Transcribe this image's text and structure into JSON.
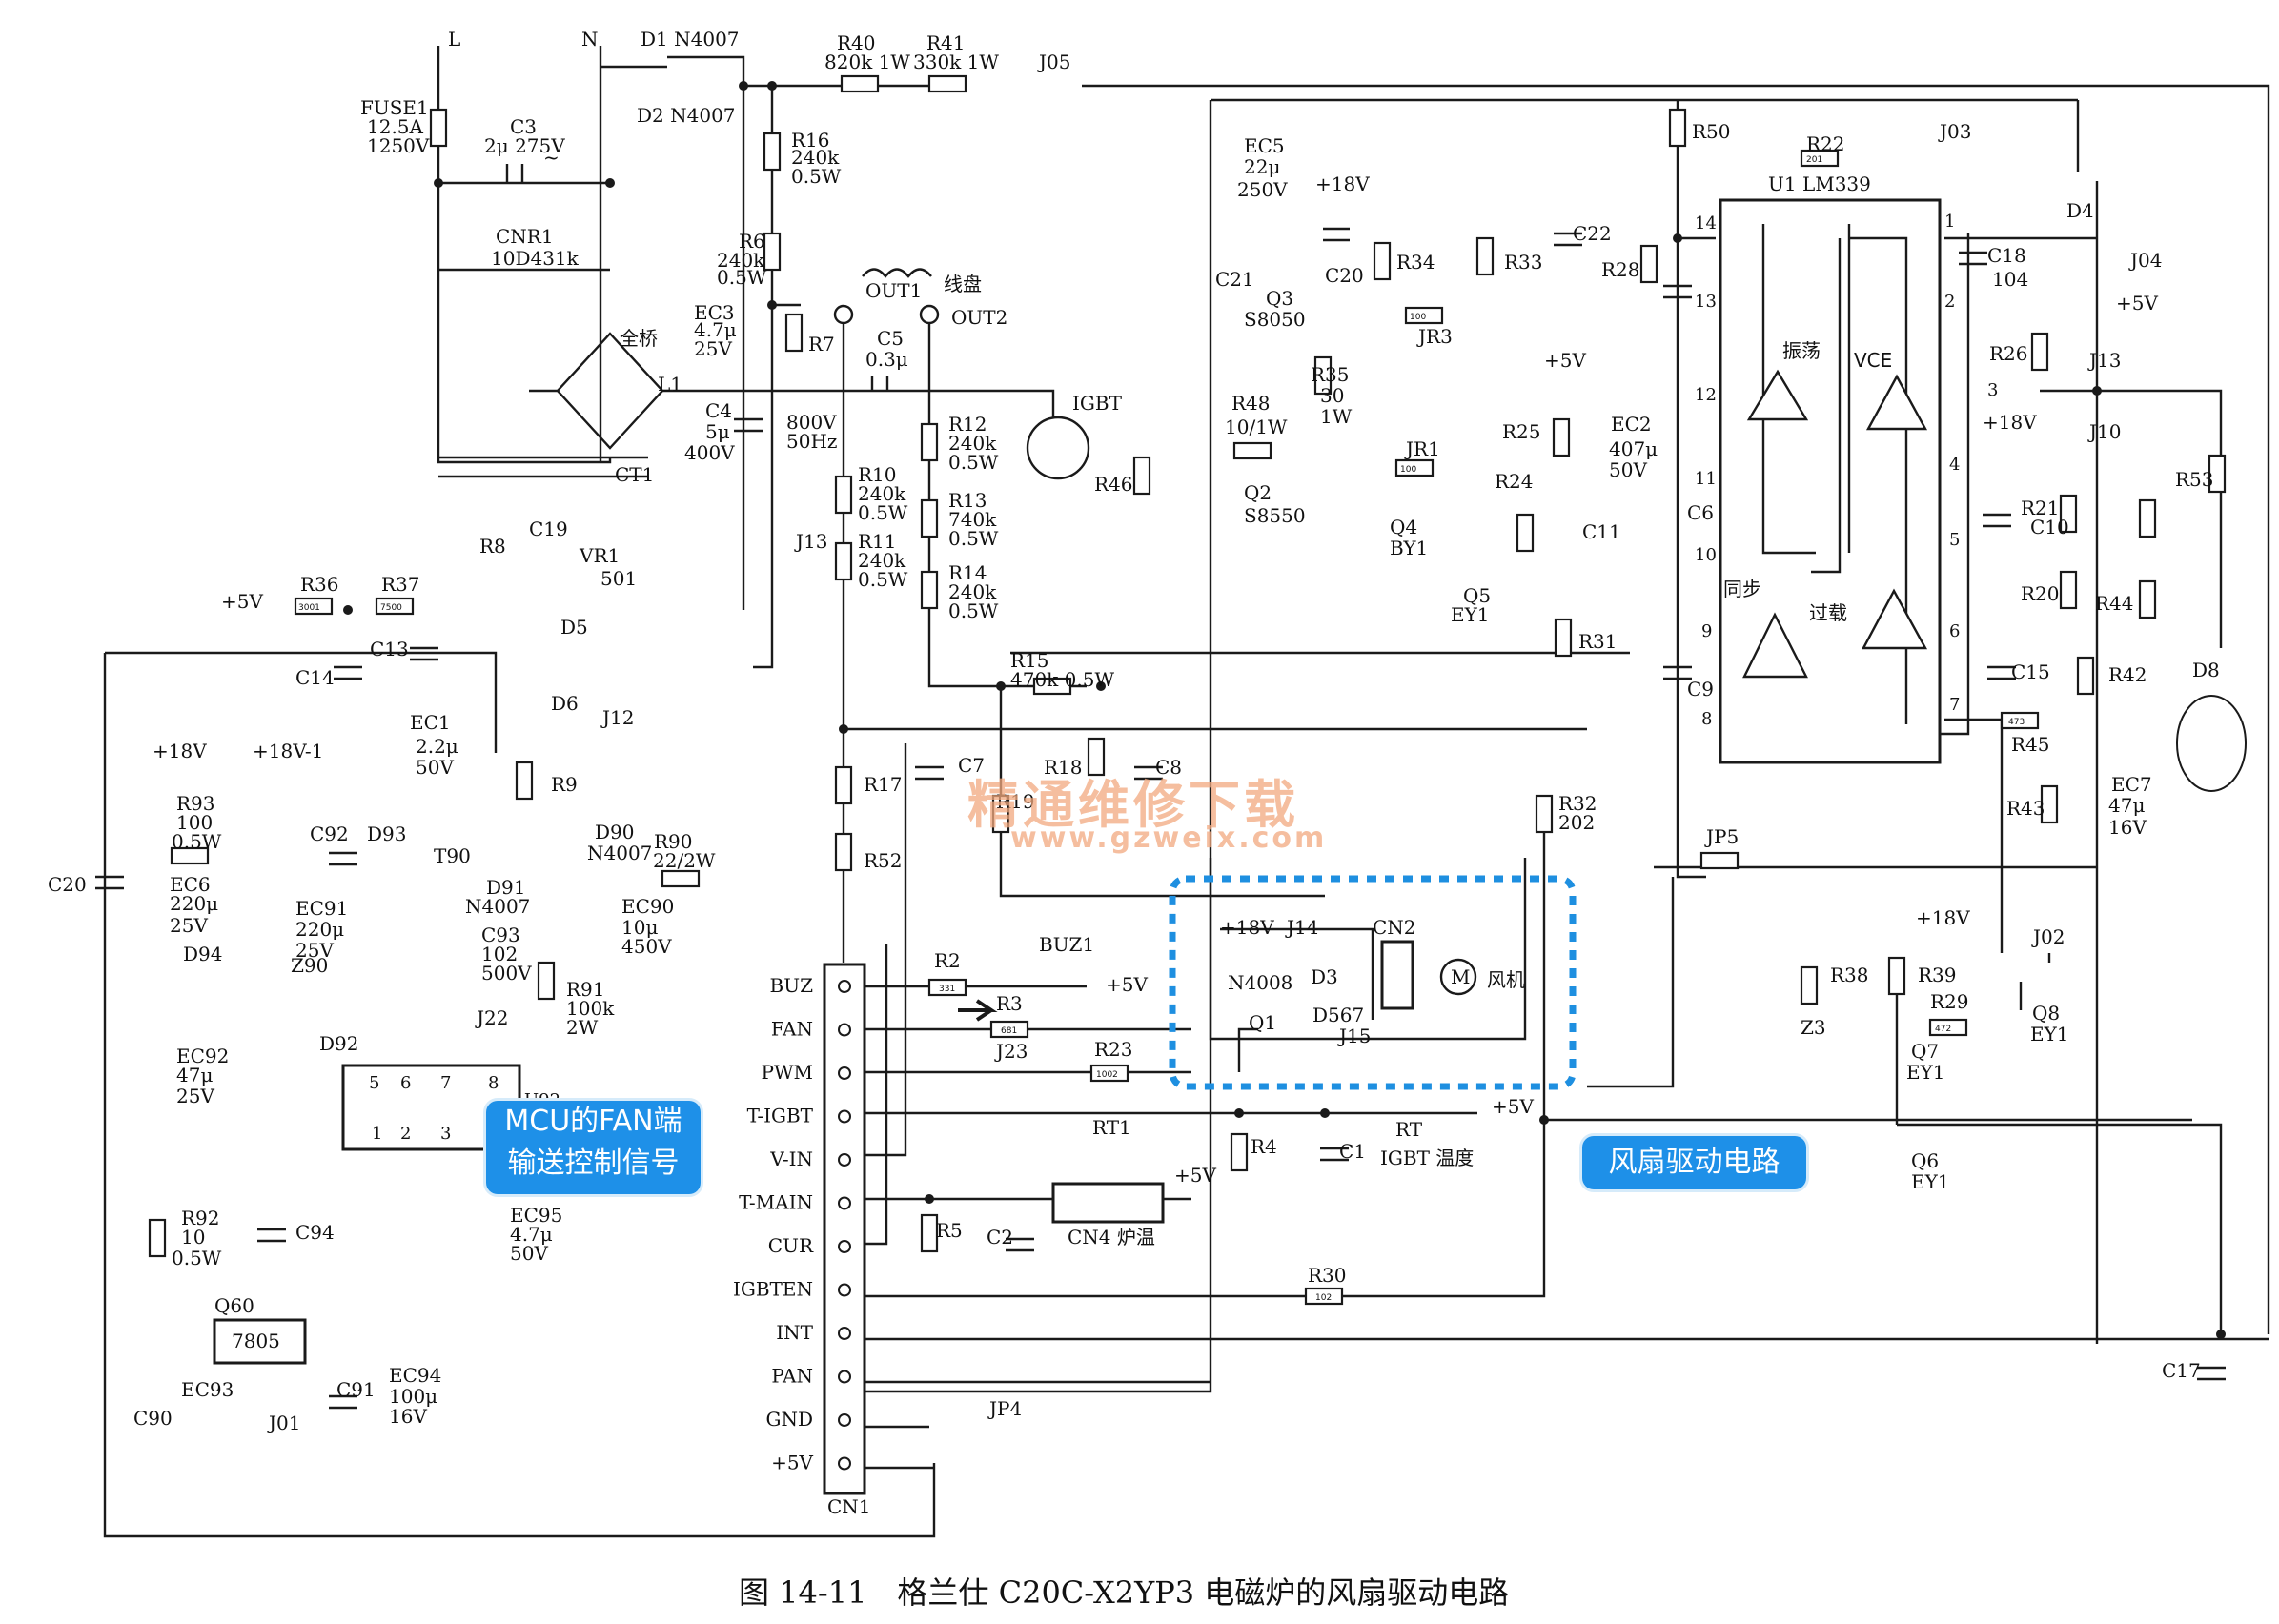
{
  "diagram": {
    "caption": "图 14-11　格兰仕 C20C-X2YP3 电磁炉的风扇驱动电路",
    "watermark": {
      "line1": "精通维修下载",
      "line2": "www.gzweix.com"
    },
    "callouts": {
      "mcu_fan": [
        "MCU的FAN端",
        "输送控制信号"
      ],
      "fan_drive": "风扇驱动电路"
    },
    "colors": {
      "highlight": "#1e8fe0",
      "callout_bg": "#1e90e8",
      "watermark": "#f2a97f"
    },
    "cn1_pins": [
      "BUZ",
      "FAN",
      "PWM",
      "T-IGBT",
      "V-IN",
      "T-MAIN",
      "CUR",
      "IGBTEN",
      "INT",
      "PAN",
      "GND",
      "+5V"
    ],
    "cn1_label": "CN1",
    "u1_label": "U1 LM339",
    "u1_pins": [
      "1",
      "2",
      "3",
      "4",
      "5",
      "6",
      "7",
      "8",
      "9",
      "10",
      "11",
      "12",
      "13",
      "14"
    ],
    "u1_blocks": {
      "osc": "振荡",
      "vce": "VCE",
      "sync": "同步",
      "overload": "过载"
    },
    "u92_label": "U92",
    "u92_pins": [
      "5",
      "6",
      "7",
      "8",
      "1",
      "2",
      "3"
    ],
    "labels": [
      "L",
      "N",
      "D1 N4007",
      "D2 N4007",
      "R40",
      "820k 1W",
      "R41",
      "330k 1W",
      "J05",
      "FUSE1",
      "12.5A",
      "1250V",
      "C3",
      "2μ 275V",
      "~",
      "CNR1",
      "10D431k",
      "全桥",
      "L1",
      "CT1",
      "R16",
      "240k",
      "0.5W",
      "R6",
      "240k",
      "0.5W",
      "EC3",
      "4.7μ",
      "25V",
      "R7",
      "OUT1",
      "线盘",
      "OUT2",
      "C5",
      "0.3μ",
      "C4",
      "5μ",
      "400V",
      "800V",
      "50Hz",
      "J13",
      "R10",
      "240k",
      "0.5W",
      "R11",
      "240k",
      "0.5W",
      "R12",
      "240k",
      "0.5W",
      "R13",
      "740k",
      "0.5W",
      "R14",
      "240k",
      "0.5W",
      "IGBT",
      "R46",
      "R48",
      "10/1W",
      "R15",
      "470k 0.5W",
      "EC5",
      "22μ",
      "250V",
      "+18V",
      "C21",
      "C20",
      "Q3",
      "S8050",
      "R34",
      "JR3",
      "R35",
      "30",
      "1W",
      "Q2",
      "S8550",
      "JR1",
      "Q4",
      "BY1",
      "Q5",
      "EY1",
      "R33",
      "C22",
      "R28",
      "R50",
      "R22",
      "J03",
      "+5V",
      "EC2",
      "407μ",
      "50V",
      "R25",
      "R24",
      "C11",
      "C6",
      "R31",
      "C9",
      "C7",
      "R17",
      "R52",
      "R18",
      "C8",
      "R19",
      "+5V",
      "R36",
      "R37",
      "C13",
      "C14",
      "R8",
      "C19",
      "VR1",
      "501",
      "D5",
      "D6",
      "J12",
      "EC1",
      "2.2μ",
      "50V",
      "R9",
      "+18V",
      "+18V-1",
      "R93",
      "100",
      "0.5W",
      "EC6",
      "220μ",
      "25V",
      "C20",
      "C92",
      "D93",
      "EC91",
      "220μ",
      "25V",
      "T90",
      "D94",
      "Z90",
      "D92",
      "D91",
      "N4007",
      "C93",
      "102",
      "500V",
      "J22",
      "D90",
      "N4007",
      "R90",
      "22/2W",
      "EC90",
      "10μ",
      "450V",
      "R91",
      "100k",
      "2W",
      "EC92",
      "47μ",
      "25V",
      "C94",
      "EC95",
      "4.7μ",
      "50V",
      "R92",
      "10",
      "0.5W",
      "Q60",
      "7805",
      "C90",
      "EC93",
      "J01",
      "C91",
      "EC94",
      "100μ",
      "16V",
      "R2",
      "BUZ1",
      "+5V",
      "R3",
      "J23",
      "R23",
      "R4",
      "C1",
      "RT",
      "IGBT 温度",
      "+5V",
      "RT1",
      "+5V",
      "R5",
      "C2",
      "CN4 炉温",
      "R30",
      "JP4",
      "+18V",
      "J14",
      "CN2",
      "D3",
      "N4008",
      "D567",
      "Q1",
      "J15",
      "风机",
      "M",
      "R32",
      "202",
      "JP5",
      "D4",
      "J04",
      "C18",
      "104",
      "+5V",
      "J13",
      "R26",
      "J10",
      "+18V",
      "R21",
      "C10",
      "R20",
      "C15",
      "R42",
      "R45",
      "R44",
      "R53",
      "D8",
      "EC7",
      "47μ",
      "16V",
      "R43",
      "J02",
      "+18V",
      "R38",
      "R39",
      "R29",
      "Q8",
      "EY1",
      "Z3",
      "Q7",
      "EY1",
      "Q6",
      "EY1",
      "C17"
    ]
  }
}
